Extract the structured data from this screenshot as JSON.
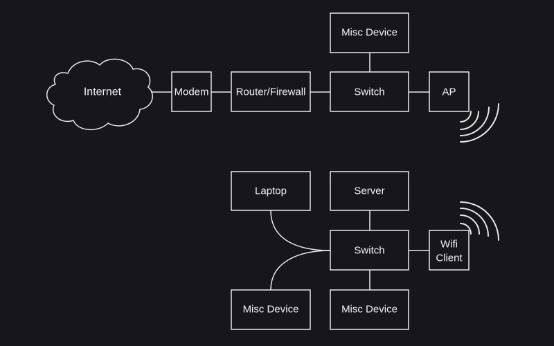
{
  "top_network": {
    "internet": "Internet",
    "modem": "Modem",
    "router": "Router/Firewall",
    "switch": "Switch",
    "misc_device": "Misc Device",
    "ap": "AP",
    "wireless_icon": "wifi-signal-icon"
  },
  "bottom_network": {
    "laptop": "Laptop",
    "server": "Server",
    "switch": "Switch",
    "wifi_client_line1": "Wifi",
    "wifi_client_line2": "Client",
    "misc_device_left": "Misc Device",
    "misc_device_right": "Misc Device",
    "wireless_icon": "wifi-signal-icon"
  },
  "colors": {
    "background": "#18161d",
    "stroke": "#e8e8e8",
    "text": "#f2f2f2"
  }
}
